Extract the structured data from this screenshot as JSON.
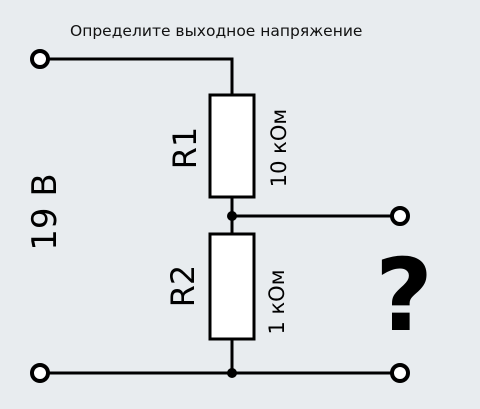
{
  "title": "Определите выходное напряжение",
  "source_voltage": "19 В",
  "resistors": [
    {
      "name": "R1",
      "value": "10 кОм"
    },
    {
      "name": "R2",
      "value": "1 кОм"
    }
  ],
  "unknown": "?",
  "colors": {
    "background": "#e8ecef",
    "wire": "#000000",
    "terminal_fill": "#ffffff"
  }
}
